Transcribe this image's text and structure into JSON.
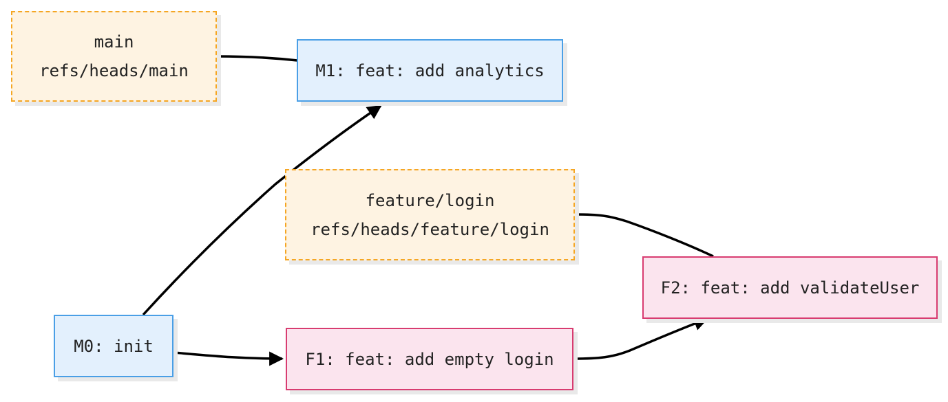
{
  "refs": {
    "main": {
      "name": "main",
      "path": "refs/heads/main"
    },
    "feature": {
      "name": "feature/login",
      "path": "refs/heads/feature/login"
    }
  },
  "commits": {
    "m0": "M0: init",
    "m1": "M1: feat: add analytics",
    "f1": "F1: feat: add empty login",
    "f2": "F2: feat: add validateUser"
  },
  "colors": {
    "main_fill": "#e3f0fd",
    "main_border": "#4a9fe6",
    "feature_fill": "#fbe4ee",
    "feature_border": "#d83c70",
    "ref_fill": "#fef3e2",
    "ref_border": "#f5a623",
    "edge": "#000000"
  }
}
